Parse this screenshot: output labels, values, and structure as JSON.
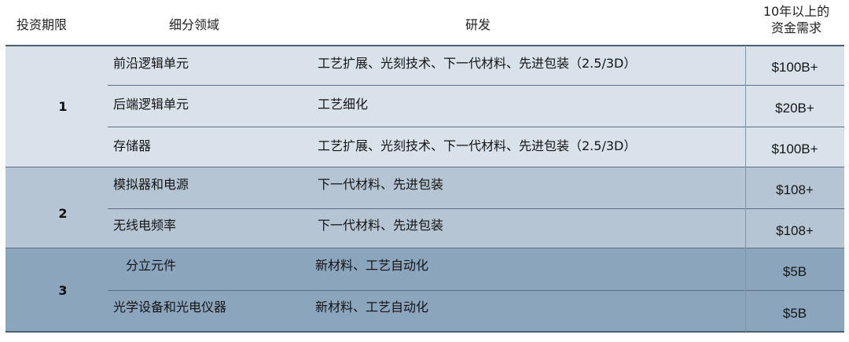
{
  "header": {
    "period": "投资期限",
    "field": "细分领域",
    "rd": "研发",
    "funding_line1": "10年以上的",
    "funding_line2": "资金需求"
  },
  "rows": [
    {
      "field": "前沿逻辑单元",
      "rd": "工艺扩展、光刻技术、下一代材料、先进包装（2.5/3D）",
      "funding": "$100B+"
    },
    {
      "field": "后端逻辑单元",
      "rd": "工艺细化",
      "funding": "$20B+"
    },
    {
      "field": "存储器",
      "rd": "工艺扩展、光刻技术、下一代材料、先进包装（2.5/3D）",
      "funding": "$100B+"
    },
    {
      "field": "模拟器和电源",
      "rd": "下一代材料、先进包装",
      "funding": "$108+"
    },
    {
      "field": "无线电频率",
      "rd": "下一代材料、先进包装",
      "funding": "$108+"
    },
    {
      "field": "分立元件",
      "rd": "新材料、工艺自动化",
      "funding": "$5B"
    },
    {
      "field": "光学设备和光电仪器",
      "rd": "新材料、工艺自动化",
      "funding": "$5B"
    }
  ],
  "periods": [
    "1",
    "2",
    "3"
  ],
  "colors": {
    "section1": "#d9e1ea",
    "section2": "#b5c5d3",
    "section3": "#8ba5bd",
    "lines": "#5a6f83"
  }
}
